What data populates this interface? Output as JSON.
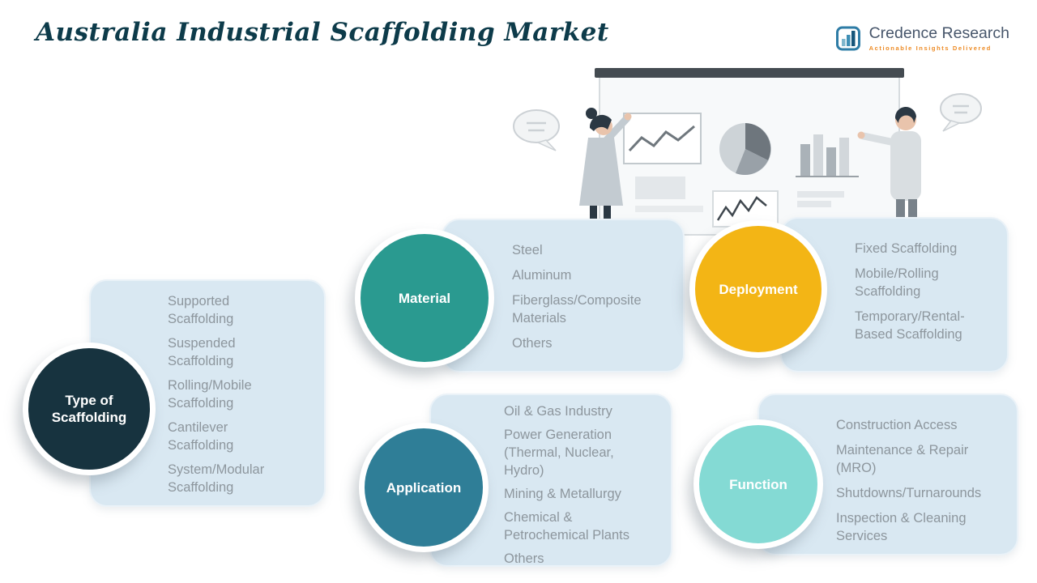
{
  "header": {
    "title": "Australia Industrial Scaffolding Market",
    "logo": {
      "name": "Credence Research",
      "tagline": "Actionable Insights Delivered"
    }
  },
  "colors": {
    "title_text": "#0d3b4a",
    "panel_bg": "#d9e8f2",
    "item_text": "#8d969d",
    "circle_type": "#17333f",
    "circle_material": "#2a9a90",
    "circle_deployment": "#f3b515",
    "circle_application": "#2f7e97",
    "circle_function": "#84dad4",
    "logo_accent": "#ed8a23"
  },
  "icons": {
    "logo_icon": "bar-chart-icon",
    "illustration": "two-presenters-at-whiteboard-with-charts"
  },
  "segments": [
    {
      "id": "type",
      "label": "Type of Scaffolding",
      "items": [
        "Supported Scaffolding",
        "Suspended Scaffolding",
        "Rolling/Mobile Scaffolding",
        "Cantilever Scaffolding",
        "System/Modular Scaffolding"
      ]
    },
    {
      "id": "material",
      "label": "Material",
      "items": [
        "Steel",
        "Aluminum",
        "Fiberglass/Composite Materials",
        "Others"
      ]
    },
    {
      "id": "deployment",
      "label": "Deployment",
      "items": [
        "Fixed Scaffolding",
        "Mobile/Rolling Scaffolding",
        "Temporary/Rental-Based Scaffolding"
      ]
    },
    {
      "id": "application",
      "label": "Application",
      "items": [
        "Oil & Gas Industry",
        "Power Generation (Thermal, Nuclear, Hydro)",
        "Mining & Metallurgy",
        "Chemical & Petrochemical Plants",
        "Others"
      ]
    },
    {
      "id": "function",
      "label": "Function",
      "items": [
        "Construction Access",
        "Maintenance & Repair (MRO)",
        "Shutdowns/Turnarounds",
        "Inspection & Cleaning Services"
      ]
    }
  ]
}
